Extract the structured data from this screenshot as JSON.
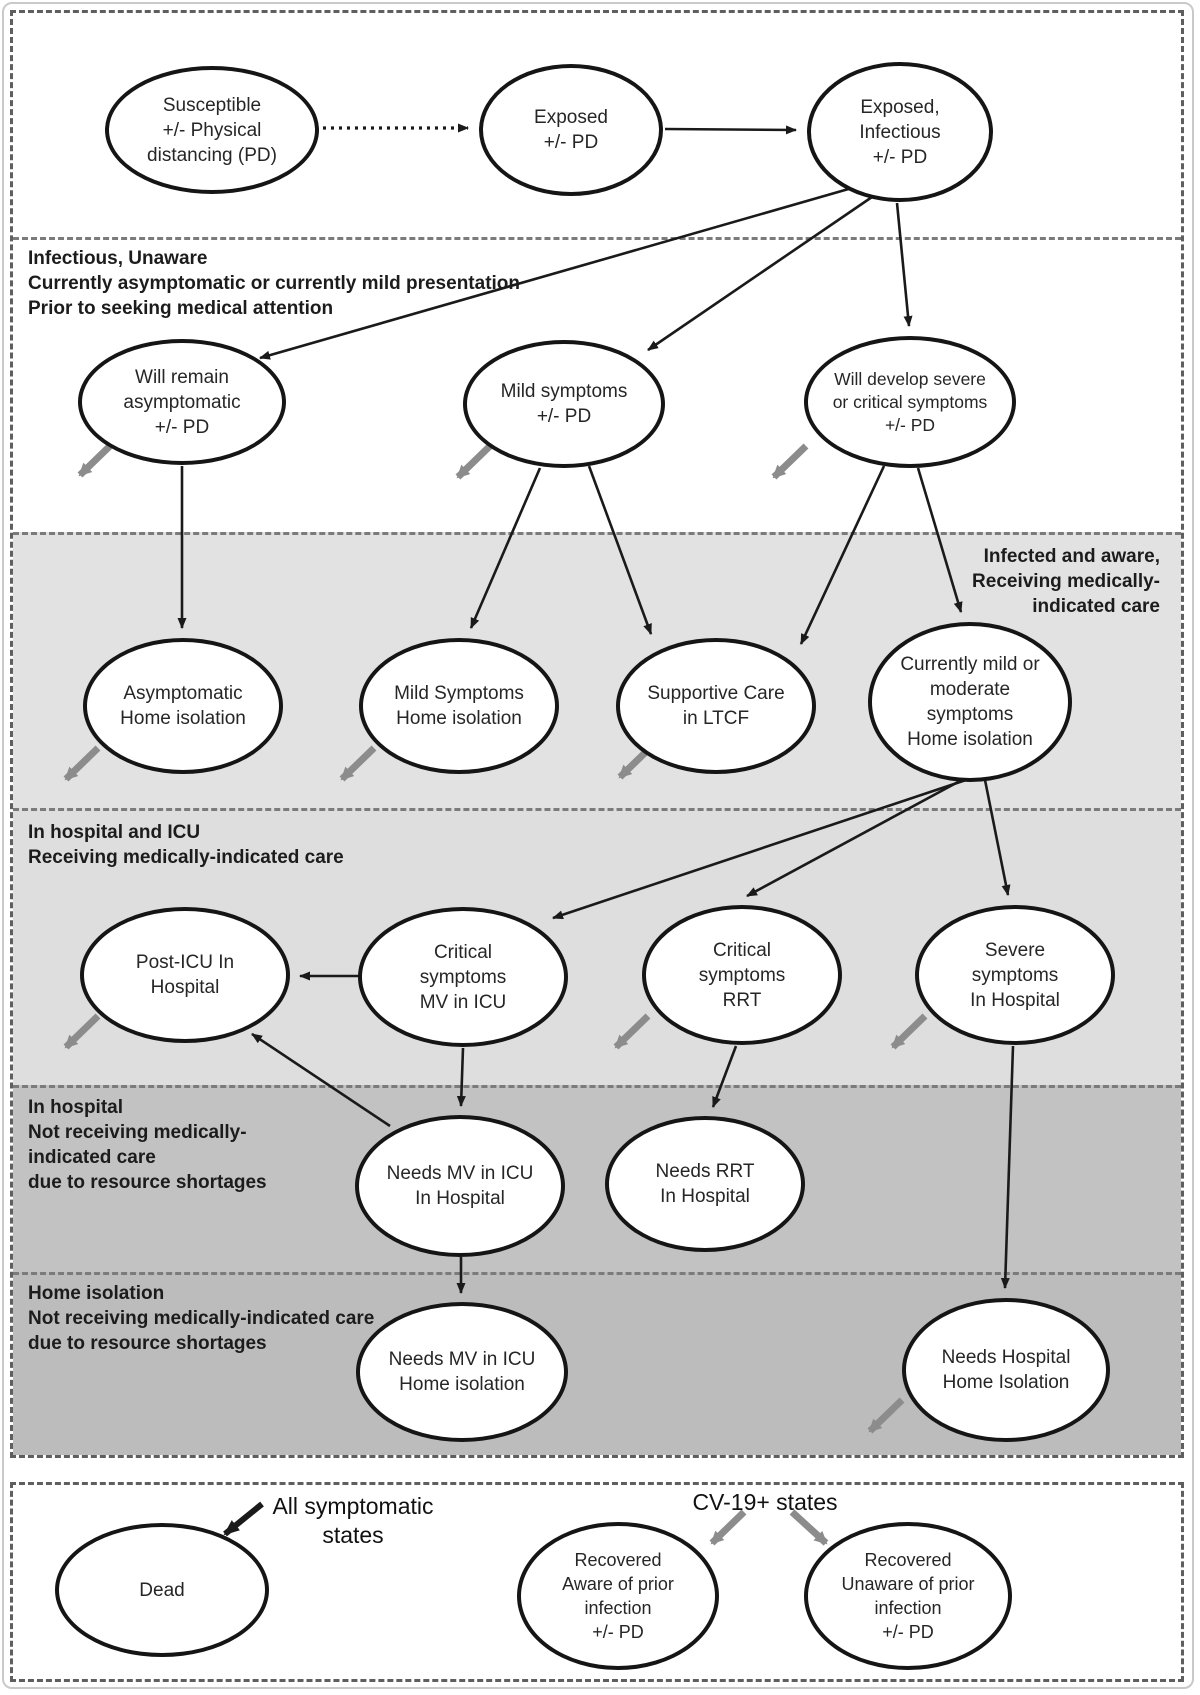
{
  "figure_type": "state-transition-diagram",
  "colors": {
    "node_fill": "#ffffff",
    "node_border": "#151515",
    "arrow_black": "#1a1a1a",
    "arrow_gray": "#8c8c8c",
    "dashed_box_border": "#5f5f5f",
    "band_separator": "#7b7b7b",
    "band3_bg": "#e2e2e2",
    "band4_bg": "#dedede",
    "band5_bg": "#c2c2c2",
    "band6_bg": "#bcbcbc"
  },
  "bands": [
    {
      "label": "",
      "bg": "#ffffff"
    },
    {
      "label": "Infectious, Unaware\nCurrently asymptomatic or currently mild presentation\nPrior to seeking medical attention",
      "bg": "#ffffff"
    },
    {
      "label": "Infected and aware,\nReceiving medically-\nindicated care",
      "bg": "#e2e2e2"
    },
    {
      "label": "In hospital and ICU\nReceiving medically-indicated care",
      "bg": "#dedede"
    },
    {
      "label": "In hospital\nNot receiving medically-\nindicated care\ndue to resource shortages",
      "bg": "#c2c2c2"
    },
    {
      "label": "Home isolation\nNot receiving medically-indicated care\ndue to resource shortages",
      "bg": "#bcbcbc"
    }
  ],
  "nodes": {
    "susceptible": {
      "label": "Susceptible\n+/- Physical\ndistancing (PD)"
    },
    "exposed": {
      "label": "Exposed\n+/- PD"
    },
    "exposed_infectious": {
      "label": "Exposed,\nInfectious\n+/- PD"
    },
    "will_remain_asymptomatic": {
      "label": "Will remain\nasymptomatic\n+/- PD"
    },
    "mild_symptoms": {
      "label": "Mild symptoms\n+/- PD"
    },
    "will_develop_severe": {
      "label": "Will develop severe\nor critical symptoms\n+/- PD"
    },
    "asymptomatic_home": {
      "label": "Asymptomatic\nHome isolation"
    },
    "mild_symptoms_home": {
      "label": "Mild Symptoms\nHome isolation"
    },
    "supportive_care_ltcf": {
      "label": "Supportive Care\nin LTCF"
    },
    "currently_mild_moderate": {
      "label": "Currently mild or\nmoderate\nsymptoms\nHome isolation"
    },
    "post_icu_hospital": {
      "label": "Post-ICU In\nHospital"
    },
    "critical_mv_icu": {
      "label": "Critical\nsymptoms\nMV in ICU"
    },
    "critical_rrt": {
      "label": "Critical\nsymptoms\nRRT"
    },
    "severe_hospital": {
      "label": "Severe\nsymptoms\nIn Hospital"
    },
    "needs_mv_icu_hospital": {
      "label": "Needs MV in ICU\nIn Hospital"
    },
    "needs_rrt_hospital": {
      "label": "Needs RRT\nIn Hospital"
    },
    "needs_mv_icu_home": {
      "label": "Needs MV in ICU\nHome isolation"
    },
    "needs_hospital_home": {
      "label": "Needs Hospital\nHome Isolation"
    },
    "dead": {
      "label": "Dead"
    },
    "recovered_aware": {
      "label": "Recovered\nAware of prior\ninfection\n+/- PD"
    },
    "recovered_unaware": {
      "label": "Recovered\nUnaware of prior\ninfection\n+/- PD"
    }
  },
  "annotations": {
    "all_symptomatic": "All symptomatic\nstates",
    "cv19_states": "CV-19+ states"
  },
  "edges": [
    {
      "from": "susceptible",
      "to": "exposed",
      "style": "dotted-black"
    },
    {
      "from": "exposed",
      "to": "exposed_infectious",
      "style": "solid-black"
    },
    {
      "from": "exposed_infectious",
      "to": "will_remain_asymptomatic",
      "style": "solid-black"
    },
    {
      "from": "exposed_infectious",
      "to": "mild_symptoms",
      "style": "solid-black"
    },
    {
      "from": "exposed_infectious",
      "to": "will_develop_severe",
      "style": "solid-black"
    },
    {
      "from": "will_remain_asymptomatic",
      "to": "asymptomatic_home",
      "style": "solid-black"
    },
    {
      "from": "mild_symptoms",
      "to": "mild_symptoms_home",
      "style": "solid-black"
    },
    {
      "from": "mild_symptoms",
      "to": "supportive_care_ltcf",
      "style": "solid-black"
    },
    {
      "from": "will_develop_severe",
      "to": "supportive_care_ltcf",
      "style": "solid-black"
    },
    {
      "from": "will_develop_severe",
      "to": "currently_mild_moderate",
      "style": "solid-black"
    },
    {
      "from": "currently_mild_moderate",
      "to": "critical_mv_icu",
      "style": "solid-black"
    },
    {
      "from": "currently_mild_moderate",
      "to": "critical_rrt",
      "style": "solid-black"
    },
    {
      "from": "currently_mild_moderate",
      "to": "severe_hospital",
      "style": "solid-black"
    },
    {
      "from": "critical_mv_icu",
      "to": "post_icu_hospital",
      "style": "solid-black"
    },
    {
      "from": "critical_mv_icu",
      "to": "needs_mv_icu_hospital",
      "style": "solid-black"
    },
    {
      "from": "critical_rrt",
      "to": "needs_rrt_hospital",
      "style": "solid-black"
    },
    {
      "from": "needs_mv_icu_hospital",
      "to": "post_icu_hospital",
      "style": "solid-black"
    },
    {
      "from": "needs_mv_icu_hospital",
      "to": "needs_mv_icu_home",
      "style": "solid-black"
    },
    {
      "from": "severe_hospital",
      "to": "needs_hospital_home",
      "style": "solid-black"
    },
    {
      "from": "all_symptomatic_states",
      "to": "dead",
      "style": "thick-black"
    },
    {
      "from": "will_remain_asymptomatic",
      "to": "recovery-exit",
      "style": "gray"
    },
    {
      "from": "mild_symptoms",
      "to": "recovery-exit",
      "style": "gray"
    },
    {
      "from": "will_develop_severe",
      "to": "recovery-exit",
      "style": "gray"
    },
    {
      "from": "asymptomatic_home",
      "to": "recovery-exit",
      "style": "gray"
    },
    {
      "from": "mild_symptoms_home",
      "to": "recovery-exit",
      "style": "gray"
    },
    {
      "from": "supportive_care_ltcf",
      "to": "recovery-exit",
      "style": "gray"
    },
    {
      "from": "post_icu_hospital",
      "to": "recovery-exit",
      "style": "gray"
    },
    {
      "from": "critical_rrt",
      "to": "recovery-exit",
      "style": "gray"
    },
    {
      "from": "severe_hospital",
      "to": "recovery-exit",
      "style": "gray"
    },
    {
      "from": "needs_hospital_home",
      "to": "recovery-exit",
      "style": "gray"
    },
    {
      "from": "cv19_states",
      "to": "recovered_aware",
      "style": "gray"
    },
    {
      "from": "cv19_states",
      "to": "recovered_unaware",
      "style": "gray"
    }
  ]
}
